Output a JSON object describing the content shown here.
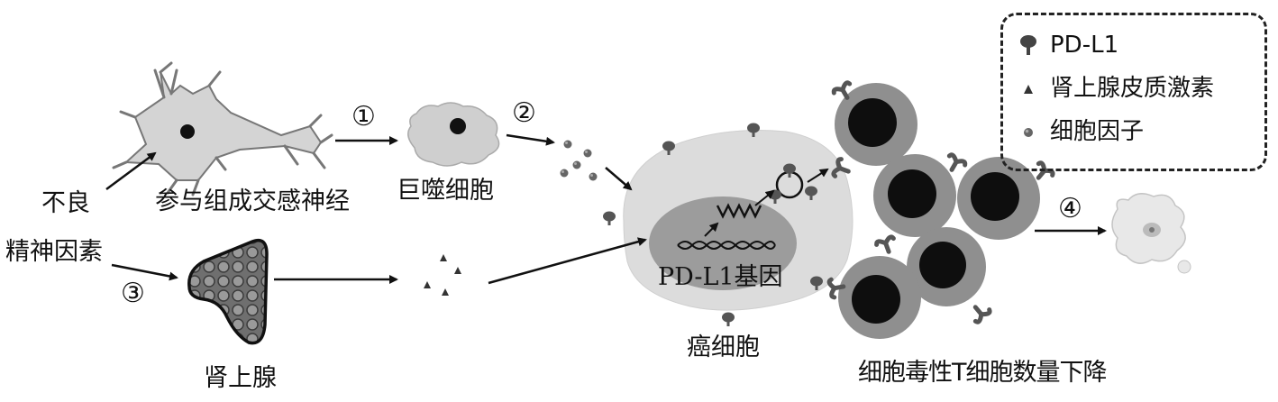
{
  "labels": {
    "bad_factor_1": "不良",
    "bad_factor_2": "精神因素",
    "nerve": "参与组成交感神经",
    "macrophage": "巨噬细胞",
    "adrenal": "肾上腺",
    "gene": "PD-L1基因",
    "cancer_cell": "癌细胞",
    "t_cell_drop": "细胞毒性T细胞数量下降"
  },
  "steps": {
    "s1": "①",
    "s2": "②",
    "s3": "③",
    "s4": "④"
  },
  "legend": {
    "items": [
      {
        "icon": "pd-l1-icon",
        "label": "PD-L1"
      },
      {
        "icon": "hormone-icon",
        "label": "肾上腺皮质激素"
      },
      {
        "icon": "cytokine-icon",
        "label": "细胞因子"
      }
    ]
  }
}
